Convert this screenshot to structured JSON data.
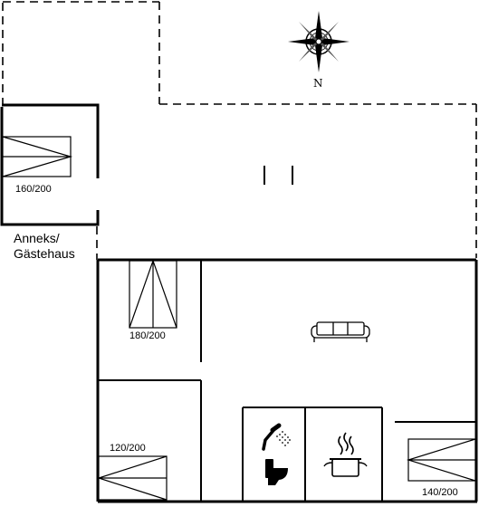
{
  "floorplan": {
    "annex_label_line1": "Anneks/",
    "annex_label_line2": "Gästehaus",
    "beds": [
      {
        "id": "annex-bed",
        "size_label": "160/200"
      },
      {
        "id": "bedroom-top-bed",
        "size_label": "180/200"
      },
      {
        "id": "bedroom-bottom-left-bed",
        "size_label": "120/200"
      },
      {
        "id": "bedroom-bottom-right-bed",
        "size_label": "140/200"
      }
    ],
    "compass": {
      "north_label": "N"
    },
    "icons": [
      "compass-rose-icon",
      "sofa-icon",
      "shower-icon",
      "toilet-icon",
      "cooking-pot-icon",
      "bed-icon"
    ],
    "colors": {
      "line": "#000000",
      "background": "#ffffff"
    }
  }
}
